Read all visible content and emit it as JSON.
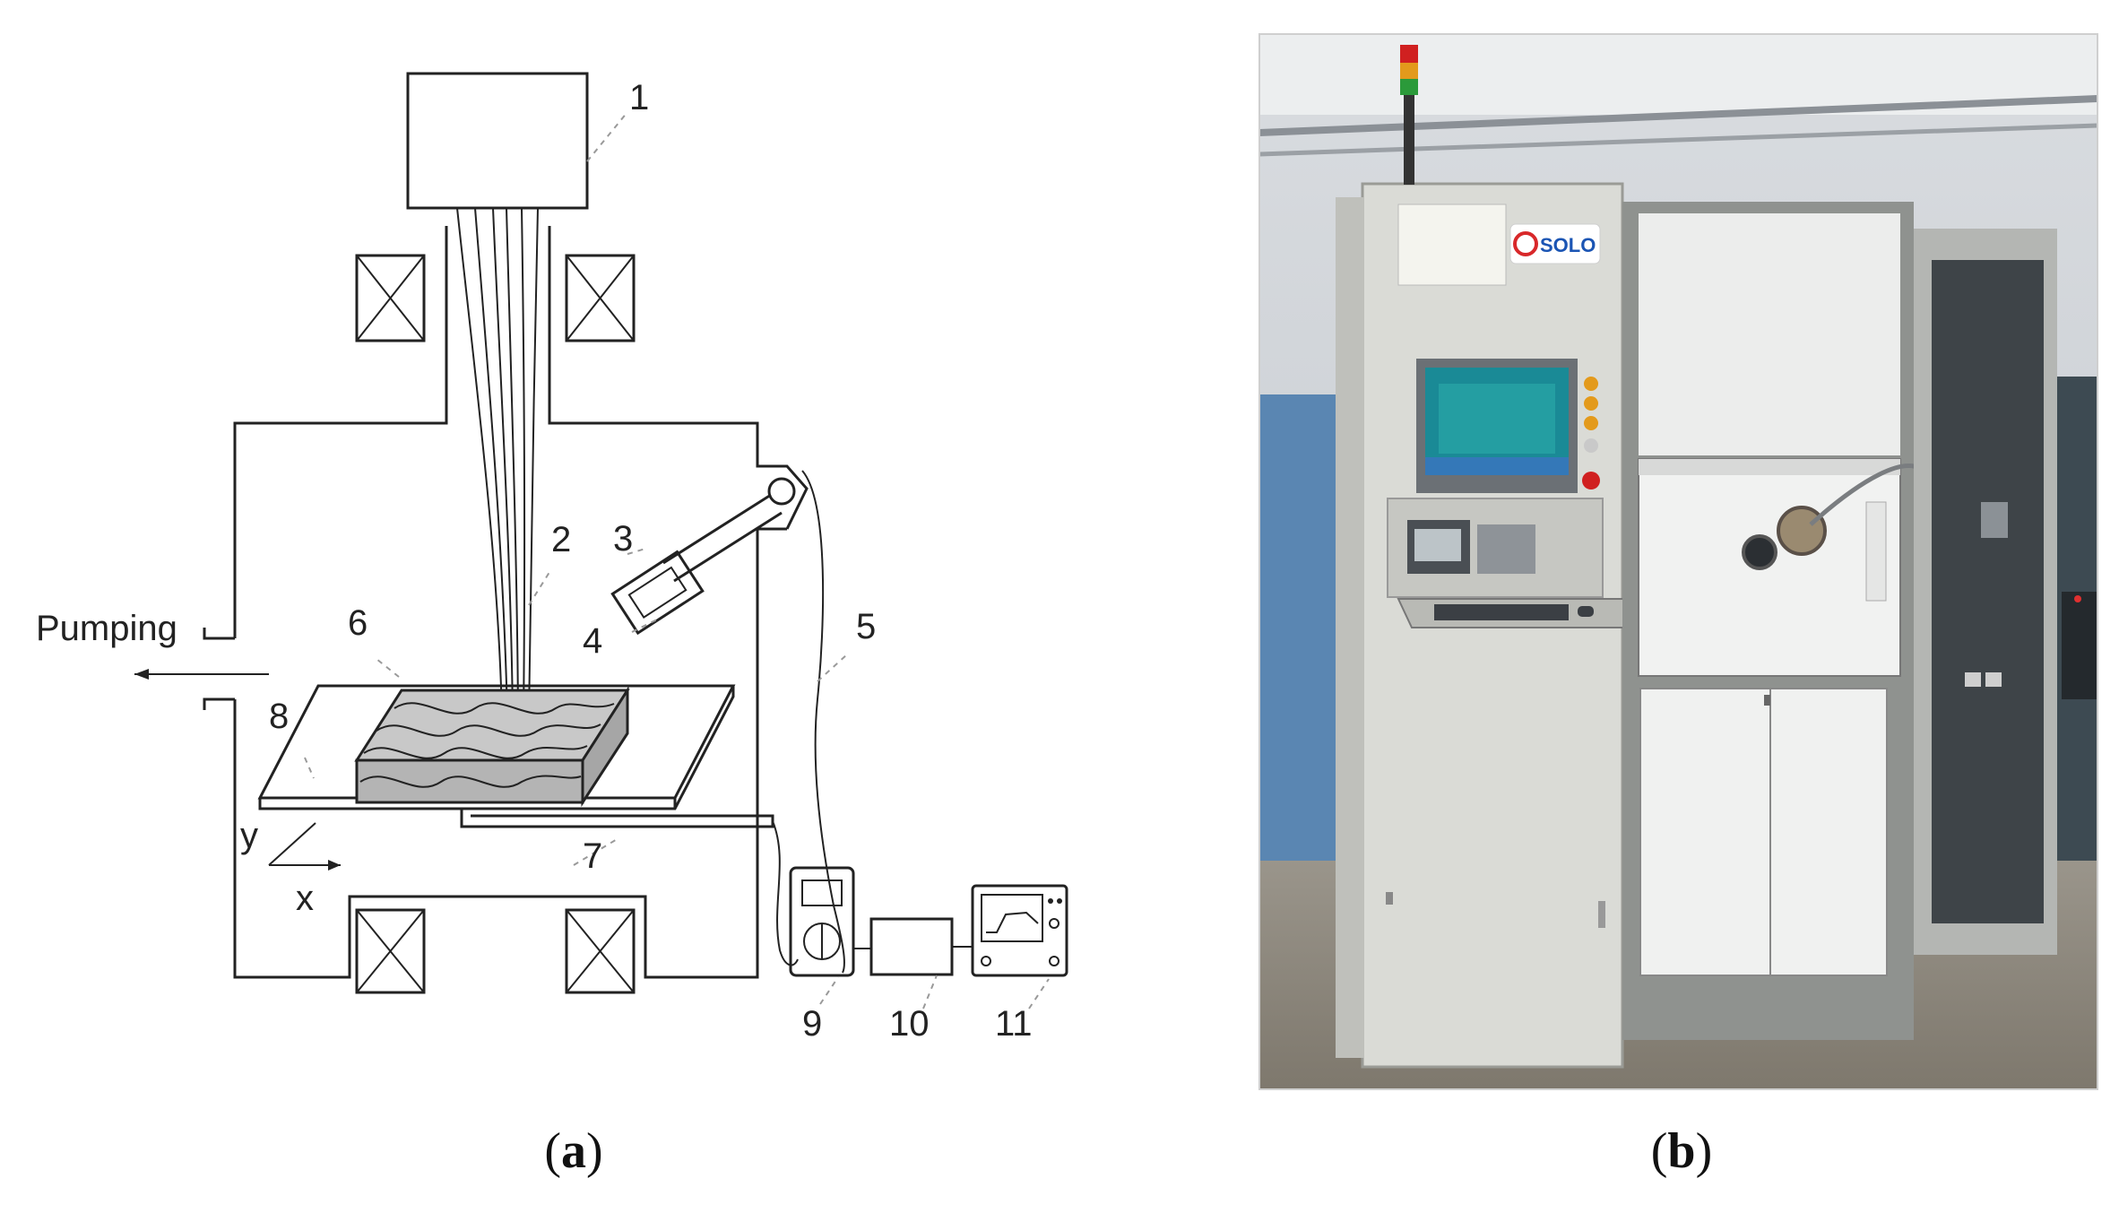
{
  "panel_a": {
    "caption_open": "(",
    "caption_letter": "a",
    "caption_close": ")",
    "pumping_label": "Pumping",
    "axis_x": "x",
    "axis_y": "y",
    "labels": [
      "1",
      "2",
      "3",
      "4",
      "5",
      "6",
      "7",
      "8",
      "9",
      "10",
      "11"
    ]
  },
  "panel_b": {
    "caption_open": "(",
    "caption_letter": "b",
    "caption_close": ")",
    "brand_logo_text": "SOLO"
  },
  "colors": {
    "line": "#222222",
    "workpiece": "#b4b4b4",
    "cabinet": "#dadbd6",
    "floor": "#8a8478",
    "screen": "#1a8a96",
    "logo": "#1b55b4"
  }
}
